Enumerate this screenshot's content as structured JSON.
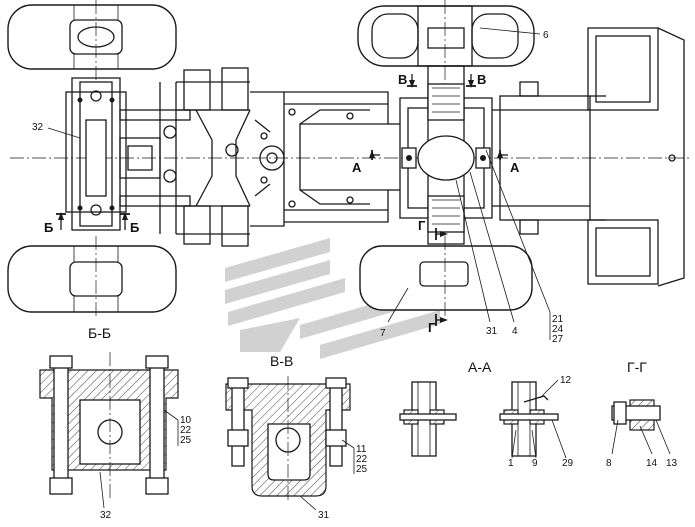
{
  "cut_marks": {
    "bb": "Б",
    "vv": "В",
    "aa": "А",
    "gg": "Г"
  },
  "section_titles": {
    "bb": "Б-Б",
    "vv": "В-В",
    "aa": "А-А",
    "gg": "Г-Г"
  },
  "callouts": {
    "c6": "6",
    "c32": "32",
    "c21": "21",
    "c24": "24",
    "c27": "27",
    "c31": "31",
    "c4": "4",
    "c7": "7",
    "bb_10": "10",
    "bb_22": "22",
    "bb_25": "25",
    "bb_32": "32",
    "vv_11": "11",
    "vv_22": "22",
    "vv_25": "25",
    "vv_31": "31",
    "aa_12": "12",
    "aa_1": "1",
    "aa_9": "9",
    "aa_29": "29",
    "gg_8": "8",
    "gg_14": "14",
    "gg_13": "13"
  },
  "colors": {
    "line": "#1a1a1a",
    "watermark": "#5a5a5a",
    "background": "#ffffff"
  }
}
